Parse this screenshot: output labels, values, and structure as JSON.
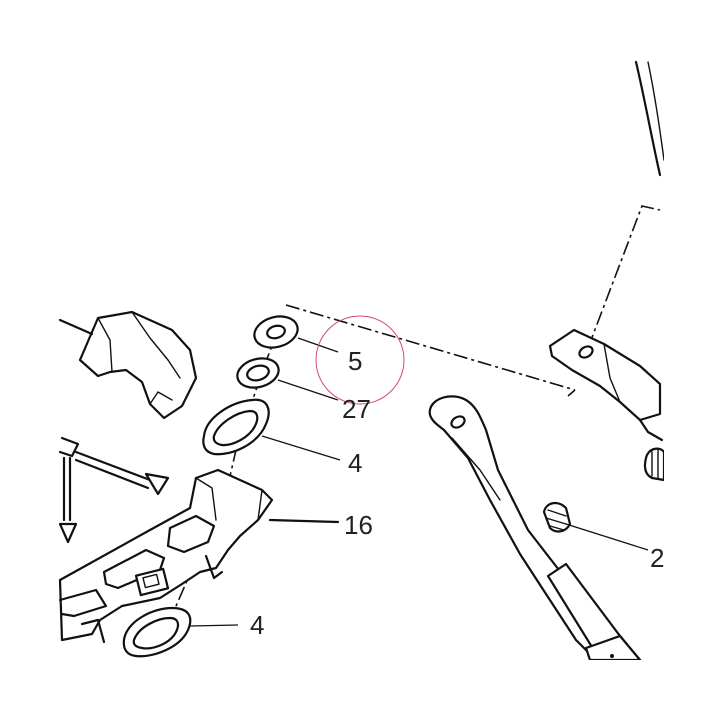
{
  "callouts": [
    {
      "id": "c5",
      "text": "5"
    },
    {
      "id": "c27",
      "text": "27"
    },
    {
      "id": "c4a",
      "text": "4"
    },
    {
      "id": "c16",
      "text": "16"
    },
    {
      "id": "c4b",
      "text": "4"
    },
    {
      "id": "c2",
      "text": "2"
    }
  ],
  "colors": {
    "line": "#111111",
    "highlight_circle": "#d04a6a",
    "background": "#ffffff"
  }
}
